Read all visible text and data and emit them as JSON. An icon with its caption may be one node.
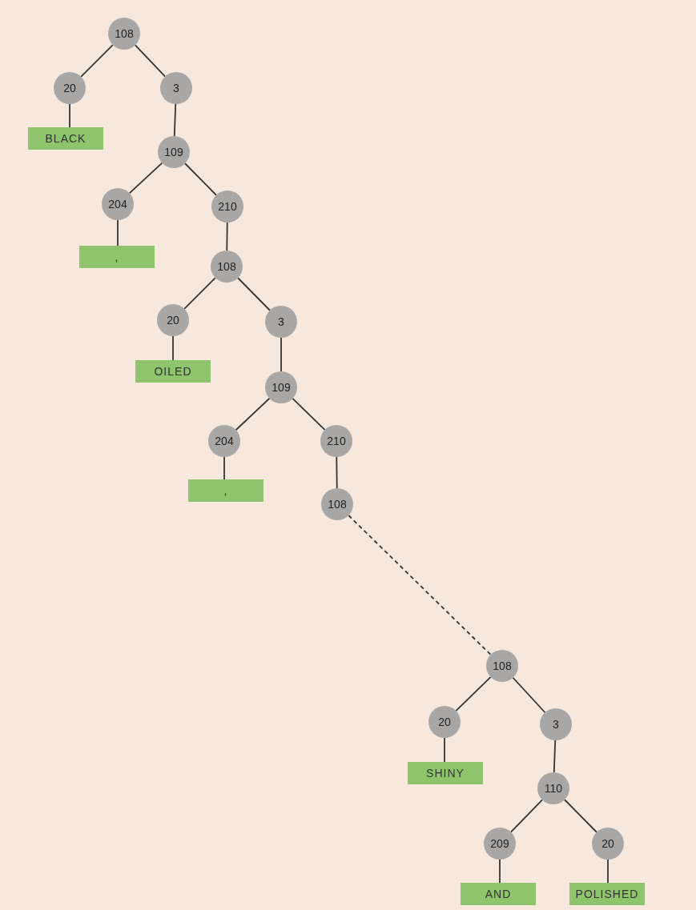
{
  "diagram": {
    "nodes": [
      {
        "text": [
          "108"
        ]
      },
      {
        "text": [
          "20"
        ]
      },
      {
        "text": [
          "BLACK"
        ]
      },
      {
        "text": [
          "3"
        ]
      },
      {
        "text": [
          "109"
        ]
      },
      {
        "text": [
          "204"
        ]
      },
      {
        "text": [
          ","
        ]
      },
      {
        "text": [
          "210"
        ]
      },
      {
        "text": [
          "108"
        ]
      },
      {
        "text": [
          "20"
        ]
      },
      {
        "text": [
          "OILED"
        ]
      },
      {
        "text": [
          "3"
        ]
      },
      {
        "text": [
          "109"
        ]
      },
      {
        "text": [
          "204"
        ]
      },
      {
        "text": [
          ","
        ]
      },
      {
        "text": [
          "210"
        ]
      },
      {
        "text": [
          "108"
        ]
      },
      {
        "text": [
          "108"
        ]
      },
      {
        "text": [
          "20"
        ]
      },
      {
        "text": [
          "SHINY"
        ]
      },
      {
        "text": [
          "3"
        ]
      },
      {
        "text": [
          "110"
        ]
      },
      {
        "text": [
          "209"
        ]
      },
      {
        "text": [
          "AND"
        ]
      },
      {
        "text": [
          "20"
        ]
      },
      {
        "text": [
          "POLISHED"
        ]
      }
    ],
    "edges": [
      {
        "from": 0,
        "to": 1,
        "arrow": "none"
      },
      {
        "from": 0,
        "to": 3,
        "arrow": "none"
      },
      {
        "from": 1,
        "to": 2,
        "arrow": "none"
      },
      {
        "from": 3,
        "to": 4,
        "arrow": "none"
      },
      {
        "from": 4,
        "to": 5,
        "arrow": "none"
      },
      {
        "from": 4,
        "to": 7,
        "arrow": "none"
      },
      {
        "from": 5,
        "to": 6,
        "arrow": "none"
      },
      {
        "from": 7,
        "to": 8,
        "arrow": "none"
      },
      {
        "from": 8,
        "to": 9,
        "arrow": "none"
      },
      {
        "from": 8,
        "to": 11,
        "arrow": "none"
      },
      {
        "from": 9,
        "to": 10,
        "arrow": "none"
      },
      {
        "from": 11,
        "to": 12,
        "arrow": "none"
      },
      {
        "from": 12,
        "to": 13,
        "arrow": "none"
      },
      {
        "from": 12,
        "to": 15,
        "arrow": "none"
      },
      {
        "from": 13,
        "to": 14,
        "arrow": "none"
      },
      {
        "from": 15,
        "to": 16,
        "arrow": "none"
      },
      {
        "from": 16,
        "to": 17,
        "arrow": "none",
        "style": "dashed"
      },
      {
        "from": 17,
        "to": 18,
        "arrow": "none"
      },
      {
        "from": 17,
        "to": 20,
        "arrow": "none"
      },
      {
        "from": 18,
        "to": 19,
        "arrow": "none"
      },
      {
        "from": 20,
        "to": 21,
        "arrow": "none"
      },
      {
        "from": 21,
        "to": 22,
        "arrow": "none"
      },
      {
        "from": 21,
        "to": 24,
        "arrow": "none"
      },
      {
        "from": 22,
        "to": 23,
        "arrow": "none"
      },
      {
        "from": 24,
        "to": 25,
        "arrow": "none"
      }
    ]
  }
}
